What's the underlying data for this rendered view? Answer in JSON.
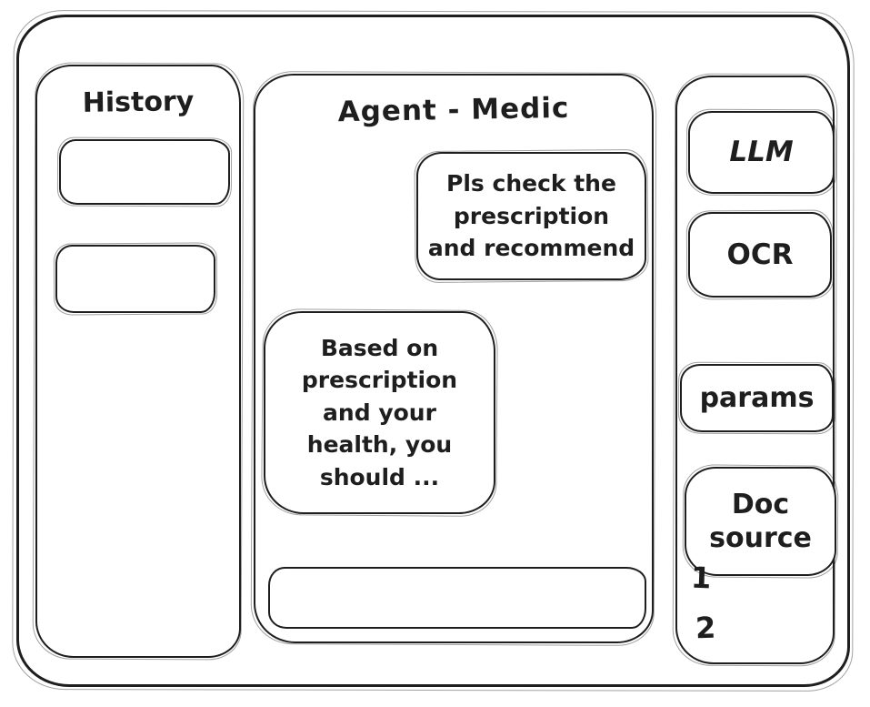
{
  "history_panel": {
    "title": "History",
    "items": [
      {
        "label": ""
      },
      {
        "label": ""
      }
    ]
  },
  "chat_panel": {
    "title": "Agent - Medic",
    "messages": [
      {
        "role": "user",
        "align": "right",
        "text": "Pls check the\nprescription\nand recommend"
      },
      {
        "role": "assistant",
        "align": "left",
        "text": "Based on\nprescription\nand your\nhealth, you\nshould ..."
      }
    ],
    "input": {
      "value": ""
    }
  },
  "tools_panel": {
    "buttons": [
      {
        "id": "llm",
        "label": "LLM"
      },
      {
        "id": "ocr",
        "label": "OCR"
      },
      {
        "id": "params",
        "label": "params"
      },
      {
        "id": "doc-source",
        "label": "Doc source"
      }
    ],
    "doc_source_items": [
      "1",
      "2"
    ]
  },
  "colors": {
    "stroke": "#1e1e1e",
    "background": "#ffffff"
  }
}
